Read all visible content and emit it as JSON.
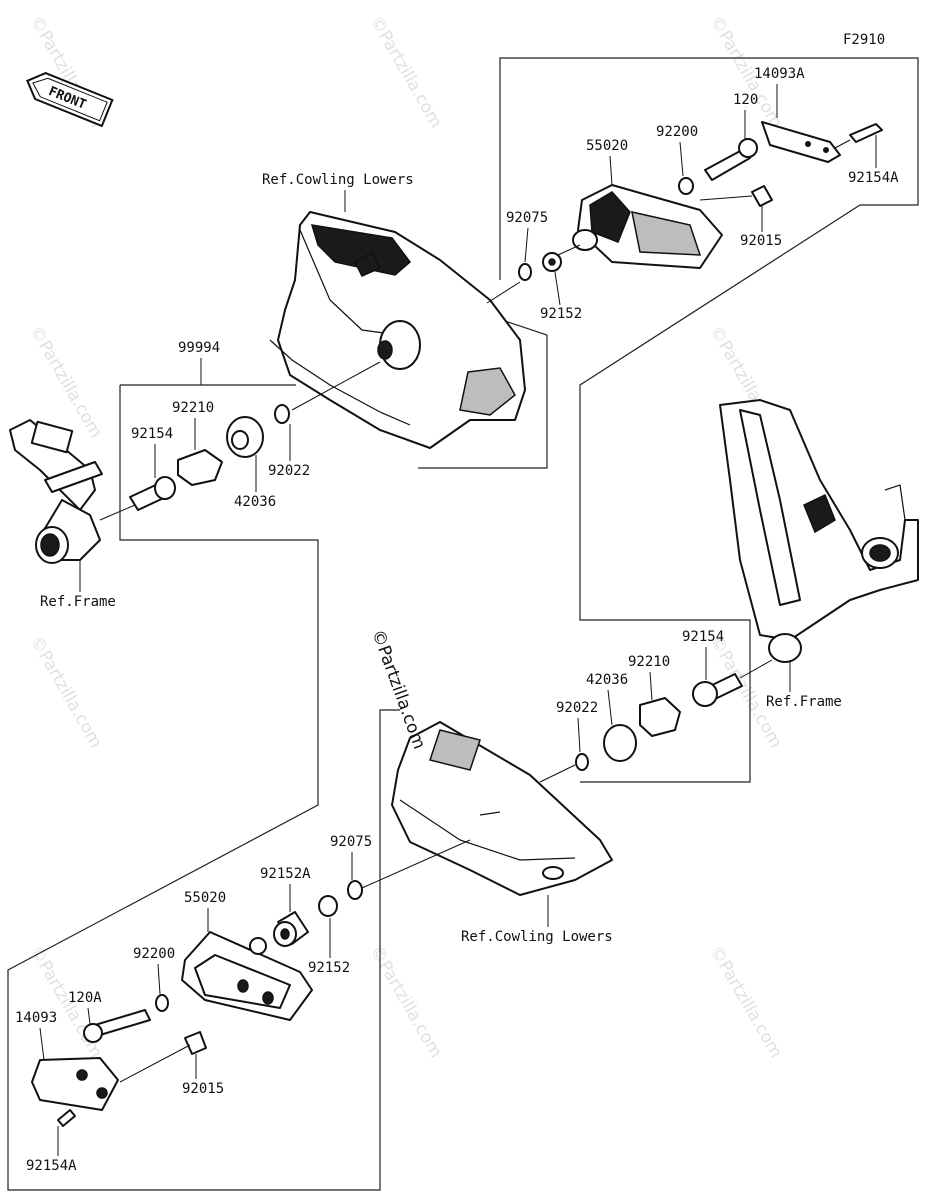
{
  "diagram": {
    "code": "F2910",
    "front_badge": "FRONT",
    "watermark": "©Partzilla.com",
    "watermark_logo_text": "©Partzilla.com",
    "refs": {
      "cowling_upper": "Ref.Cowling Lowers",
      "cowling_lower": "Ref.Cowling Lowers",
      "frame_left": "Ref.Frame",
      "frame_right": "Ref.Frame"
    },
    "parts": {
      "p14093A": "14093A",
      "p120": "120",
      "p92200_top": "92200",
      "p55020_top": "55020",
      "p92154A_top": "92154A",
      "p92075_top": "92075",
      "p92015_top": "92015",
      "p92152_top": "92152",
      "p99994": "99994",
      "p92210_left": "92210",
      "p92154_left": "92154",
      "p42036_left": "42036",
      "p92022_left": "92022",
      "p92154_right": "92154",
      "p92210_right": "92210",
      "p42036_right": "42036",
      "p92022_right": "92022",
      "p92075_bot": "92075",
      "p92152A": "92152A",
      "p55020_bot": "55020",
      "p92200_bot": "92200",
      "p92152_bot": "92152",
      "p120A": "120A",
      "p14093": "14093",
      "p92015_bot": "92015",
      "p92154A_bot": "92154A"
    }
  }
}
